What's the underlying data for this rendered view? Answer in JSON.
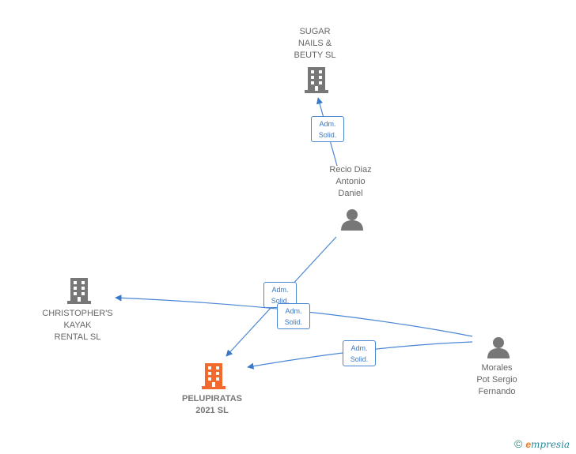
{
  "nodes": {
    "sugar": {
      "label": "SUGAR\nNAILS &\nBEUTY  SL"
    },
    "recio": {
      "label": "Recio Diaz\nAntonio\nDaniel"
    },
    "christopher": {
      "label": "CHRISTOPHER'S\nKAYAK\nRENTAL SL"
    },
    "pelupiratas": {
      "label": "PELUPIRATAS\n2021  SL"
    },
    "morales": {
      "label": "Morales\nPot Sergio\nFernando"
    }
  },
  "edges": {
    "recio_sugar": "Adm.\nSolid.",
    "recio_pelupiratas": "Adm.\nSolid.",
    "morales_christopher": "Adm.\nSolid.",
    "morales_pelupiratas": "Adm.\nSolid."
  },
  "colors": {
    "company": "#777777",
    "focus_company": "#f26a2e",
    "person": "#777777",
    "edge": "#4a86d4"
  },
  "brand": {
    "copyright": "©",
    "e": "e",
    "rest": "mpresia"
  }
}
